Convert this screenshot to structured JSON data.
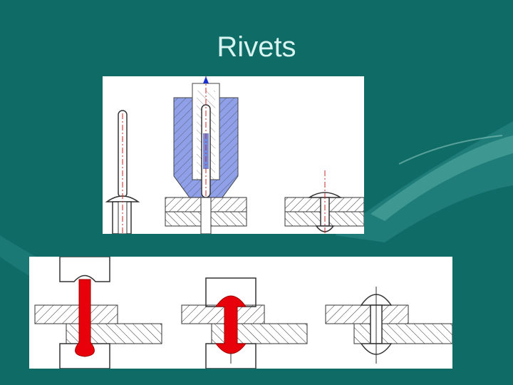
{
  "slide": {
    "title": "Rivets"
  },
  "colors": {
    "background": "#0e6b66",
    "title_text": "#d8f4f0",
    "panel": "#ffffff",
    "rivet_hot": "#e8000a",
    "tool_fill": "#8fa0e8",
    "centerline": "#cc2222",
    "outline": "#444444"
  },
  "figures": {
    "blind_rivet_steps": [
      "blind-rivet-unset",
      "blind-rivet-setting-tool",
      "blind-rivet-set"
    ],
    "solid_rivet_steps": [
      "hot-rivet-inserted",
      "hot-rivet-formed",
      "rivet-joint-finished"
    ]
  }
}
